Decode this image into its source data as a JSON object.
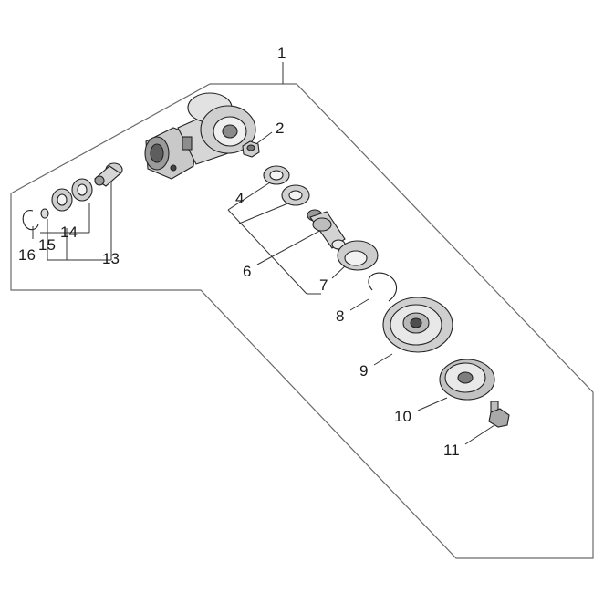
{
  "callouts": {
    "c1": "1",
    "c2": "2",
    "c4": "4",
    "c6": "6",
    "c7": "7",
    "c8": "8",
    "c9": "9",
    "c10": "10",
    "c11": "11",
    "c13": "13",
    "c14": "14",
    "c15": "15",
    "c16": "16"
  },
  "colors": {
    "line": "#333333",
    "outline": "#6a6a6a",
    "part_fill": "#d8d8d8",
    "part_dark": "#7a7a7a"
  }
}
